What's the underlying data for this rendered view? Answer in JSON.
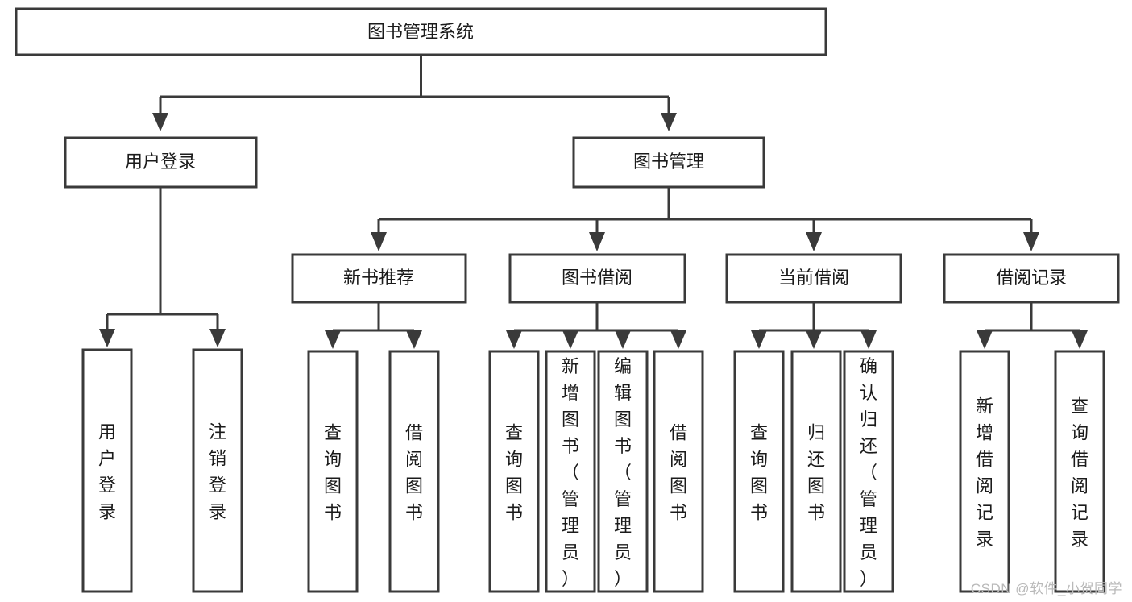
{
  "diagram": {
    "title": "图书管理系统",
    "watermark": "CSDN @软件_小贺同学",
    "colors": {
      "stroke": "#3a3a3a",
      "text": "#1b1b1b",
      "background": "#ffffff",
      "watermark": "#b9b9b9"
    },
    "root": {
      "label": "图书管理系统"
    },
    "level2": [
      {
        "label": "用户登录"
      },
      {
        "label": "图书管理"
      }
    ],
    "level3": [
      {
        "label": "新书推荐"
      },
      {
        "label": "图书借阅"
      },
      {
        "label": "当前借阅"
      },
      {
        "label": "借阅记录"
      }
    ],
    "leaves": {
      "user_login": [
        {
          "label": "用户登录"
        },
        {
          "label": "注销登录"
        }
      ],
      "new_book_recommend": [
        {
          "label": "查询图书"
        },
        {
          "label": "借阅图书"
        }
      ],
      "book_borrow": [
        {
          "label": "查询图书"
        },
        {
          "label": "新增图书（管理员）"
        },
        {
          "label": "编辑图书（管理员）"
        },
        {
          "label": "借阅图书"
        }
      ],
      "current_borrow": [
        {
          "label": "查询图书"
        },
        {
          "label": "归还图书"
        },
        {
          "label": "确认归还（管理员）"
        }
      ],
      "borrow_record": [
        {
          "label": "新增借阅记录"
        },
        {
          "label": "查询借阅记录"
        }
      ]
    }
  },
  "chart_data": {
    "type": "tree-diagram",
    "title": "图书管理系统",
    "nodes": [
      {
        "id": "root",
        "label": "图书管理系统",
        "level": 0,
        "parent": null,
        "orientation": "horizontal"
      },
      {
        "id": "user-login",
        "label": "用户登录",
        "level": 1,
        "parent": "root",
        "orientation": "horizontal"
      },
      {
        "id": "book-manage",
        "label": "图书管理",
        "level": 1,
        "parent": "root",
        "orientation": "horizontal"
      },
      {
        "id": "new-book",
        "label": "新书推荐",
        "level": 2,
        "parent": "book-manage",
        "orientation": "horizontal"
      },
      {
        "id": "book-borrow",
        "label": "图书借阅",
        "level": 2,
        "parent": "book-manage",
        "orientation": "horizontal"
      },
      {
        "id": "current-borrow",
        "label": "当前借阅",
        "level": 2,
        "parent": "book-manage",
        "orientation": "horizontal"
      },
      {
        "id": "borrow-record",
        "label": "借阅记录",
        "level": 2,
        "parent": "book-manage",
        "orientation": "horizontal"
      },
      {
        "id": "leaf-user-login",
        "label": "用户登录",
        "level": 2,
        "parent": "user-login",
        "orientation": "vertical"
      },
      {
        "id": "leaf-logout",
        "label": "注销登录",
        "level": 2,
        "parent": "user-login",
        "orientation": "vertical"
      },
      {
        "id": "leaf-nb-query",
        "label": "查询图书",
        "level": 3,
        "parent": "new-book",
        "orientation": "vertical"
      },
      {
        "id": "leaf-nb-borrow",
        "label": "借阅图书",
        "level": 3,
        "parent": "new-book",
        "orientation": "vertical"
      },
      {
        "id": "leaf-bb-query",
        "label": "查询图书",
        "level": 3,
        "parent": "book-borrow",
        "orientation": "vertical"
      },
      {
        "id": "leaf-bb-add",
        "label": "新增图书（管理员）",
        "level": 3,
        "parent": "book-borrow",
        "orientation": "vertical"
      },
      {
        "id": "leaf-bb-edit",
        "label": "编辑图书（管理员）",
        "level": 3,
        "parent": "book-borrow",
        "orientation": "vertical"
      },
      {
        "id": "leaf-bb-borrow",
        "label": "借阅图书",
        "level": 3,
        "parent": "book-borrow",
        "orientation": "vertical"
      },
      {
        "id": "leaf-cb-query",
        "label": "查询图书",
        "level": 3,
        "parent": "current-borrow",
        "orientation": "vertical"
      },
      {
        "id": "leaf-cb-return",
        "label": "归还图书",
        "level": 3,
        "parent": "current-borrow",
        "orientation": "vertical"
      },
      {
        "id": "leaf-cb-confirm",
        "label": "确认归还（管理员）",
        "level": 3,
        "parent": "current-borrow",
        "orientation": "vertical"
      },
      {
        "id": "leaf-br-add",
        "label": "新增借阅记录",
        "level": 3,
        "parent": "borrow-record",
        "orientation": "vertical"
      },
      {
        "id": "leaf-br-query",
        "label": "查询借阅记录",
        "level": 3,
        "parent": "borrow-record",
        "orientation": "vertical"
      }
    ],
    "edges": [
      {
        "from": "root",
        "to": "user-login"
      },
      {
        "from": "root",
        "to": "book-manage"
      },
      {
        "from": "user-login",
        "to": "leaf-user-login"
      },
      {
        "from": "user-login",
        "to": "leaf-logout"
      },
      {
        "from": "book-manage",
        "to": "new-book"
      },
      {
        "from": "book-manage",
        "to": "book-borrow"
      },
      {
        "from": "book-manage",
        "to": "current-borrow"
      },
      {
        "from": "book-manage",
        "to": "borrow-record"
      },
      {
        "from": "new-book",
        "to": "leaf-nb-query"
      },
      {
        "from": "new-book",
        "to": "leaf-nb-borrow"
      },
      {
        "from": "book-borrow",
        "to": "leaf-bb-query"
      },
      {
        "from": "book-borrow",
        "to": "leaf-bb-add"
      },
      {
        "from": "book-borrow",
        "to": "leaf-bb-edit"
      },
      {
        "from": "book-borrow",
        "to": "leaf-bb-borrow"
      },
      {
        "from": "current-borrow",
        "to": "leaf-cb-query"
      },
      {
        "from": "current-borrow",
        "to": "leaf-cb-return"
      },
      {
        "from": "current-borrow",
        "to": "leaf-cb-confirm"
      },
      {
        "from": "borrow-record",
        "to": "leaf-br-add"
      },
      {
        "from": "borrow-record",
        "to": "leaf-br-query"
      }
    ]
  }
}
